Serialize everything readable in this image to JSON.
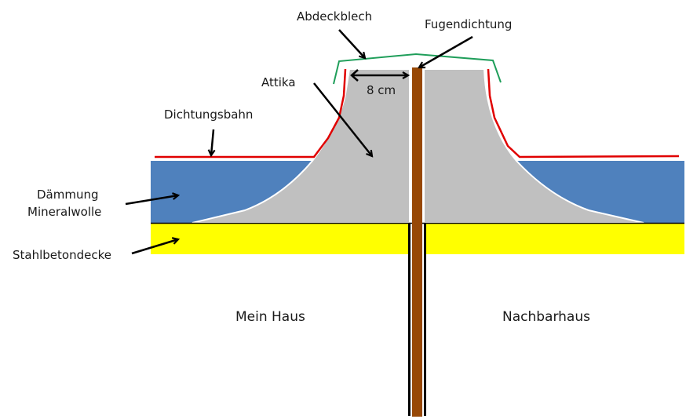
{
  "diagram": {
    "labels": {
      "abdeckblech": "Abdeckblech",
      "fugendichtung": "Fugendichtung",
      "attika": "Attika",
      "dimension": "8 cm",
      "dichtungsbahn": "Dichtungsbahn",
      "daemmung_line1": "Dämmung",
      "daemmung_line2": "Mineralwolle",
      "stahlbetondecke": "Stahlbetondecke",
      "mein_haus": "Mein Haus",
      "nachbarhaus": "Nachbarhaus"
    },
    "colors": {
      "insulation": "#4f81bd",
      "concrete_slab": "#ffff00",
      "attika": "#c0c0c0",
      "joint_seal": "#974806",
      "membrane": "#e00000",
      "cover_sheet": "#1f9e5a",
      "arrow": "#000000"
    }
  }
}
